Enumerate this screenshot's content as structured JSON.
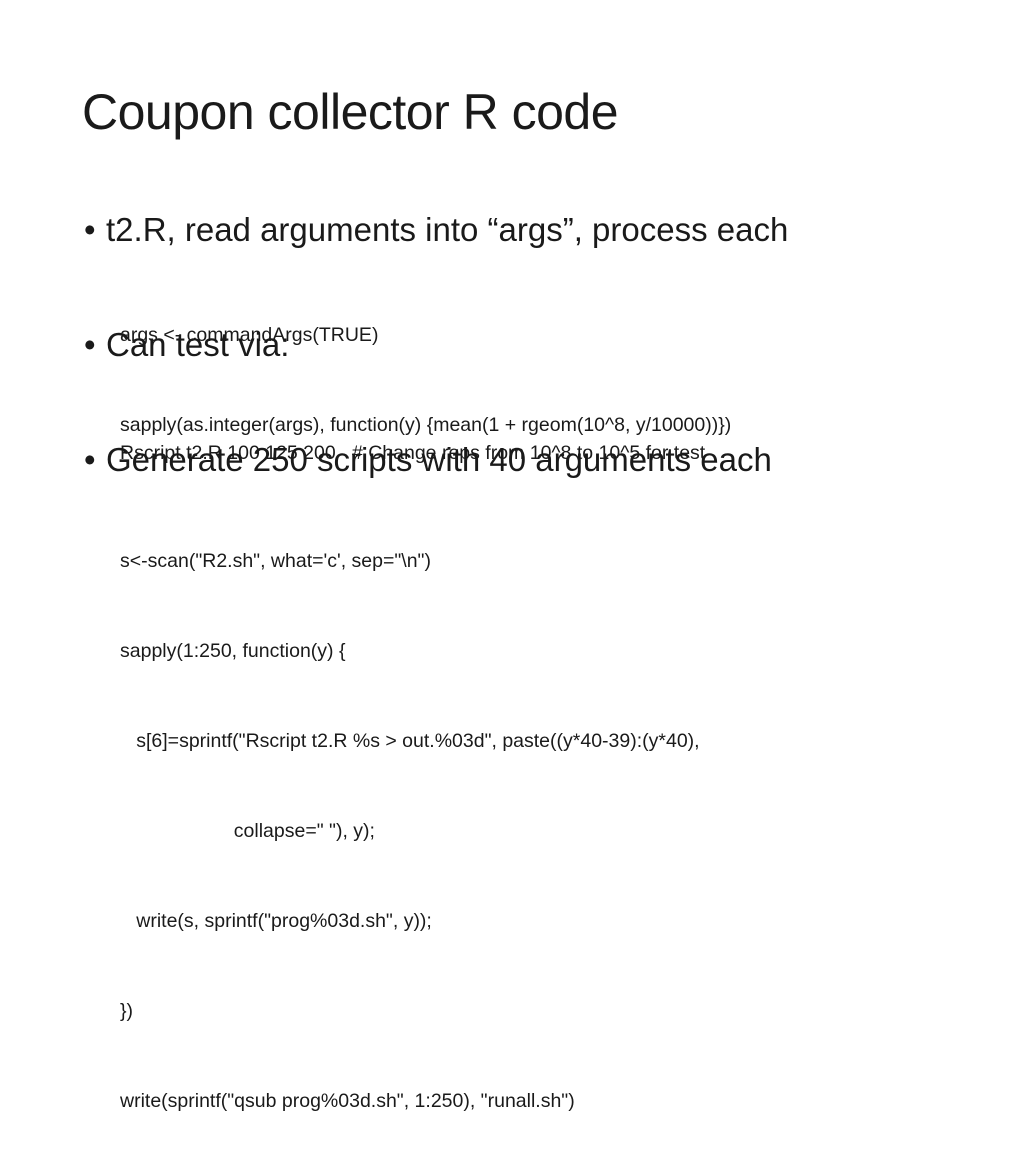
{
  "slide": {
    "title": "Coupon collector R code",
    "bullets": [
      {
        "text": "t2.R, read arguments into “args”, process each",
        "code": [
          "args <- commandArgs(TRUE)",
          "sapply(as.integer(args), function(y) {mean(1 + rgeom(10^8, y/10000))})"
        ]
      },
      {
        "text": "Can test via:",
        "code": [
          "Rscript t2.R 100 125 200   # Change reps from 10^8 to 10^5 for test"
        ]
      },
      {
        "text": "Generate 250 scripts with 40 arguments each",
        "code": [
          "s<-scan(\"R2.sh\", what='c', sep=\"\\n\")",
          "sapply(1:250, function(y) {",
          "   s[6]=sprintf(\"Rscript t2.R %s > out.%03d\", paste((y*40-39):(y*40),",
          "                     collapse=\" \"), y);",
          "   write(s, sprintf(\"prog%03d.sh\", y));",
          "})",
          "write(sprintf(\"qsub prog%03d.sh\", 1:250), \"runall.sh\")"
        ]
      }
    ],
    "bullet_symbol": "•"
  }
}
